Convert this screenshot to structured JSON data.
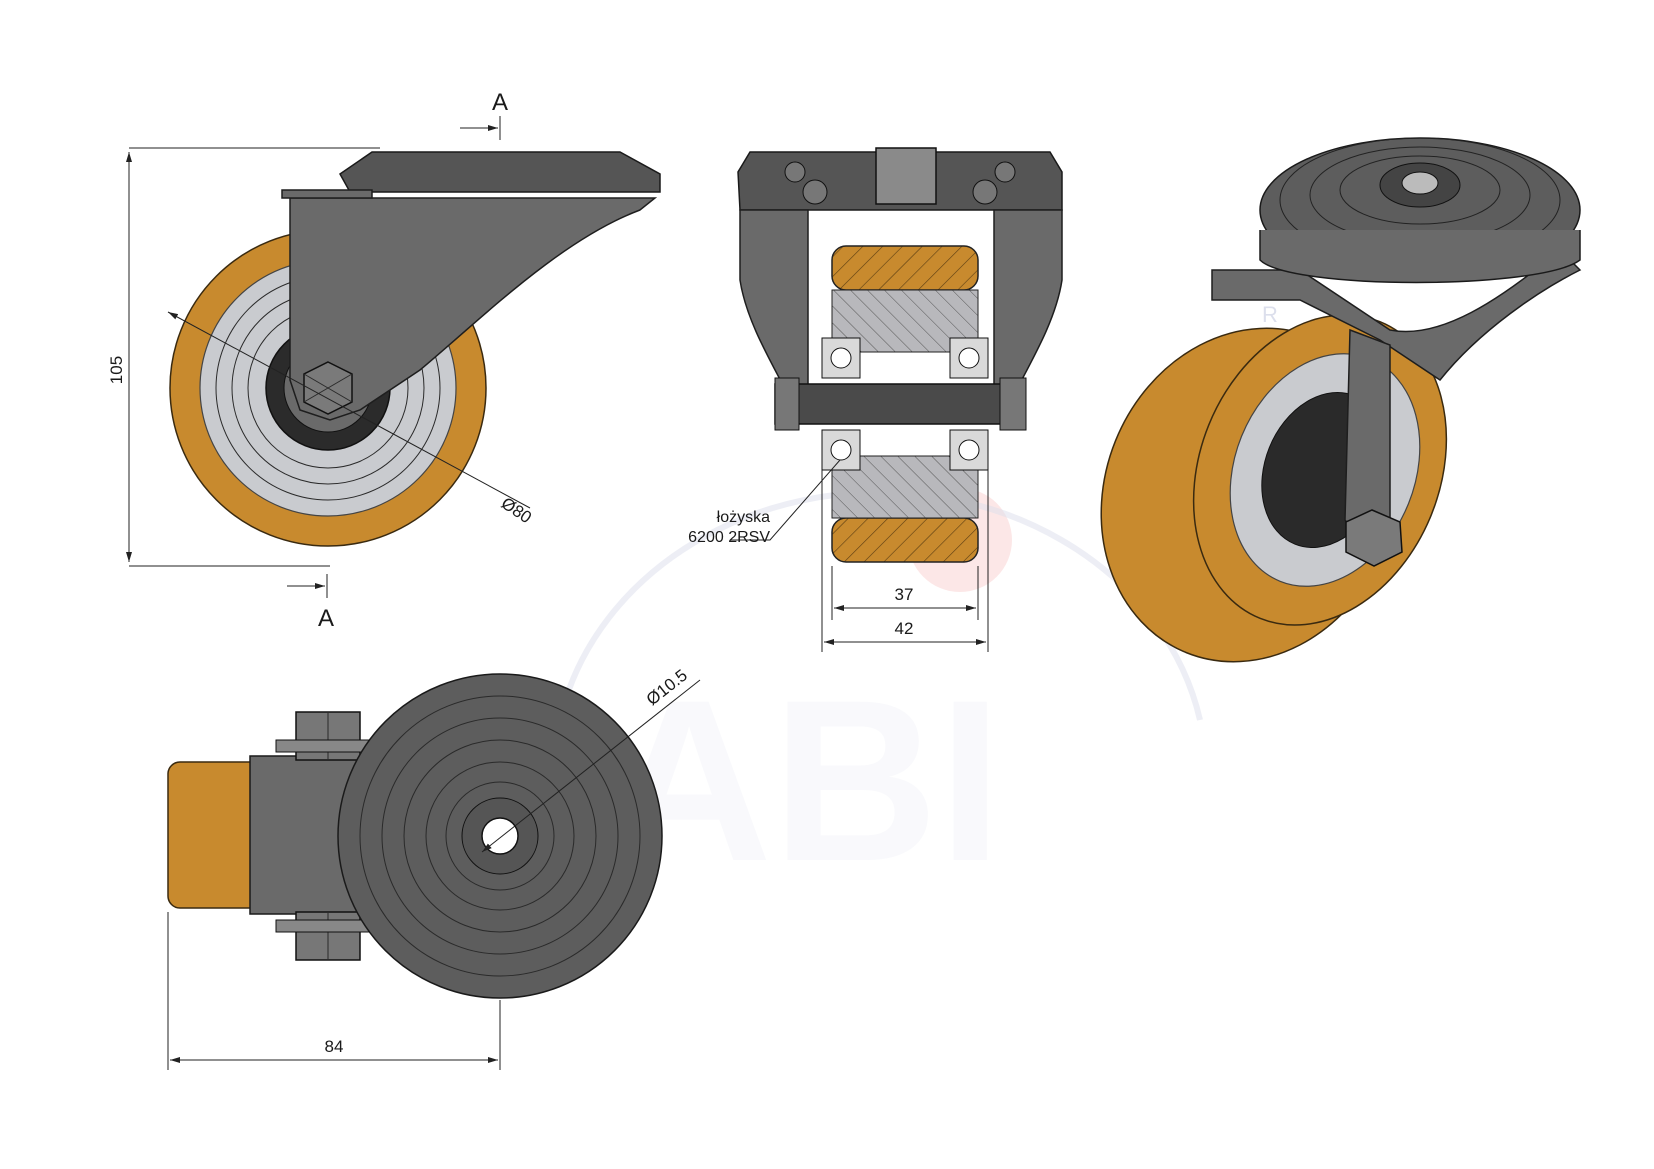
{
  "dimensions": {
    "height": "105",
    "wheel_diameter": "Ø80",
    "tread_width": "37",
    "hub_width": "42",
    "hole_diameter": "Ø10.5",
    "offset": "84"
  },
  "section_marks": {
    "top": "A",
    "bottom": "A"
  },
  "bearing_note": {
    "line1": "łożyska",
    "line2": "6200 2RSV"
  },
  "watermark": {
    "text": "RABI",
    "registered": "R"
  },
  "colors": {
    "polyurethane": "#c88a2e",
    "steel": "#6a6a6a",
    "rim": "#c9cbcf",
    "watermark_red": "#e8403a",
    "watermark_blue": "#2f4f9f"
  }
}
